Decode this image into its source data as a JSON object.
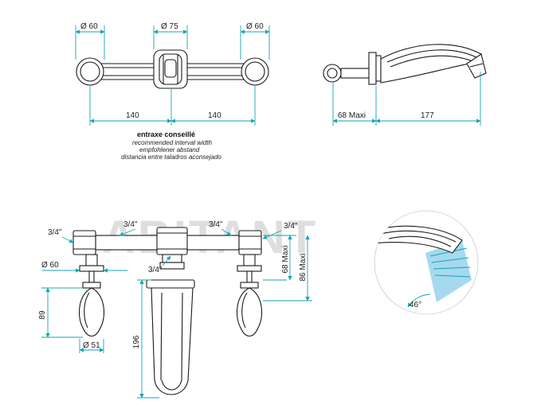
{
  "watermark": "ABITANT",
  "top_view": {
    "dia_left": "Ø 60",
    "dia_center": "Ø 75",
    "dia_right": "Ø 60",
    "spacing_left": "140",
    "spacing_right": "140"
  },
  "spacing_note": {
    "title": "entraxe conseillé",
    "line_en": "recommended interval width",
    "line_de": "empfohlener abstand",
    "line_es": "distancia entre taladros aconsejado"
  },
  "side_view": {
    "wall_projection": "68 Maxi",
    "spout_length": "177"
  },
  "front_view": {
    "thread_far_left": "3/4\"",
    "thread_left": "3/4\"",
    "thread_right": "3/4\"",
    "thread_far_right": "3/4\"",
    "thread_center": "3/4\"",
    "rosette_dia": "Ø 60",
    "handle_height": "89",
    "handle_dia": "Ø 51",
    "spout_height": "196",
    "depth_68": "68 Maxi",
    "depth_86": "86 Maxi"
  },
  "detail": {
    "angle": "46°"
  },
  "colors": {
    "dimension": "#14a6b3",
    "outline": "#1a1a1a",
    "watermark": "#dedede",
    "water_fill": "#a6d9ef"
  }
}
